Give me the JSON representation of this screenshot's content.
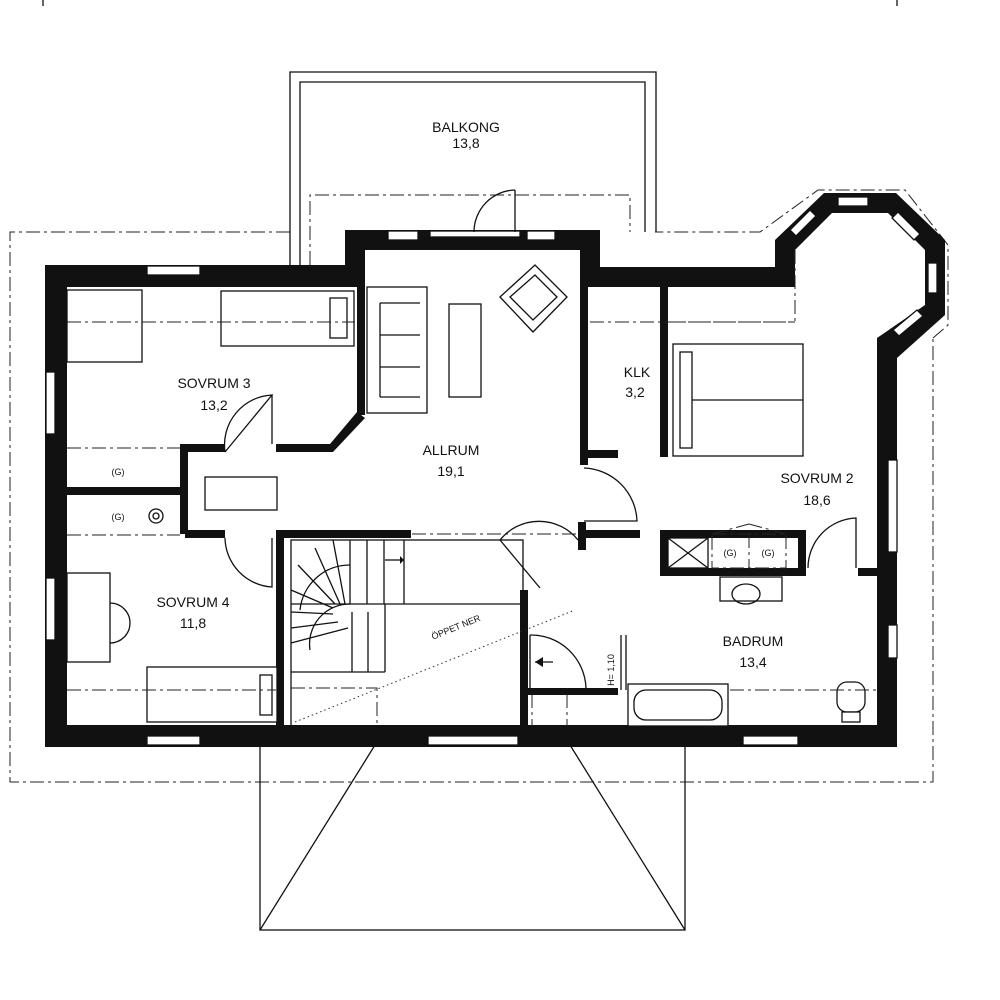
{
  "rooms": [
    {
      "name": "BALKONG",
      "area": "13,8"
    },
    {
      "name": "SOVRUM 3",
      "area": "13,2"
    },
    {
      "name": "ALLRUM",
      "area": "19,1"
    },
    {
      "name": "KLK",
      "area": "3,2"
    },
    {
      "name": "SOVRUM 2",
      "area": "18,6"
    },
    {
      "name": "SOVRUM 4",
      "area": "11,8"
    },
    {
      "name": "BADRUM",
      "area": "13,4"
    }
  ],
  "labels": {
    "stair_open": "ÖPPET NER",
    "railing_height": "H= 1,10",
    "closet_1": "(G)",
    "closet_2": "(G)",
    "closet_3": "(G)",
    "closet_4": "(G)"
  }
}
